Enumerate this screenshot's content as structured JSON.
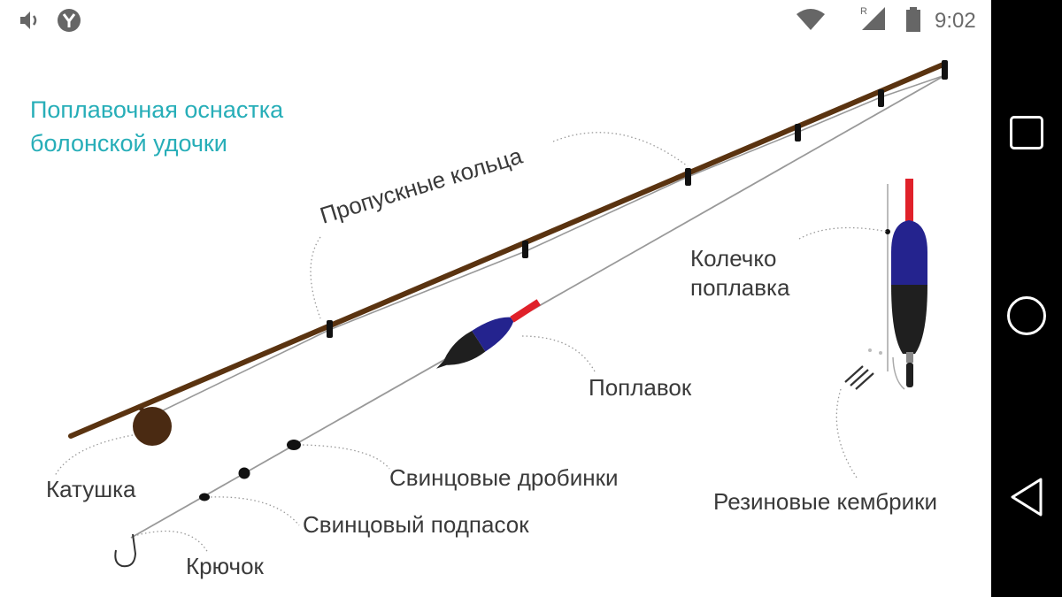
{
  "status_bar": {
    "time": "9:02",
    "left_icons": [
      "volume-icon",
      "yandex-icon"
    ],
    "right_icons": [
      "wifi-icon",
      "signal-roaming-icon",
      "battery-icon"
    ],
    "roaming_mark": "R"
  },
  "diagram": {
    "title_line1": "Поплавочная оснастка",
    "title_line2": "болонской удочки",
    "labels": {
      "rings": "Пропускные кольца",
      "float_ring": "Колечко поплавка",
      "float": "Поплавок",
      "reel": "Катушка",
      "shot": "Свинцовые дробинки",
      "dropper": "Свинцовый подпасок",
      "hook": "Крючок",
      "rubber": "Резиновые кембрики"
    },
    "colors": {
      "title": "#27aeb8",
      "rod": "#5a3310",
      "reel": "#4a2a12",
      "float_body": "#1f1f1f",
      "float_top": "#24238e",
      "float_antenna": "#e0212a"
    }
  },
  "nav_bar": {
    "buttons": [
      "recents-button",
      "home-button",
      "back-button"
    ]
  }
}
